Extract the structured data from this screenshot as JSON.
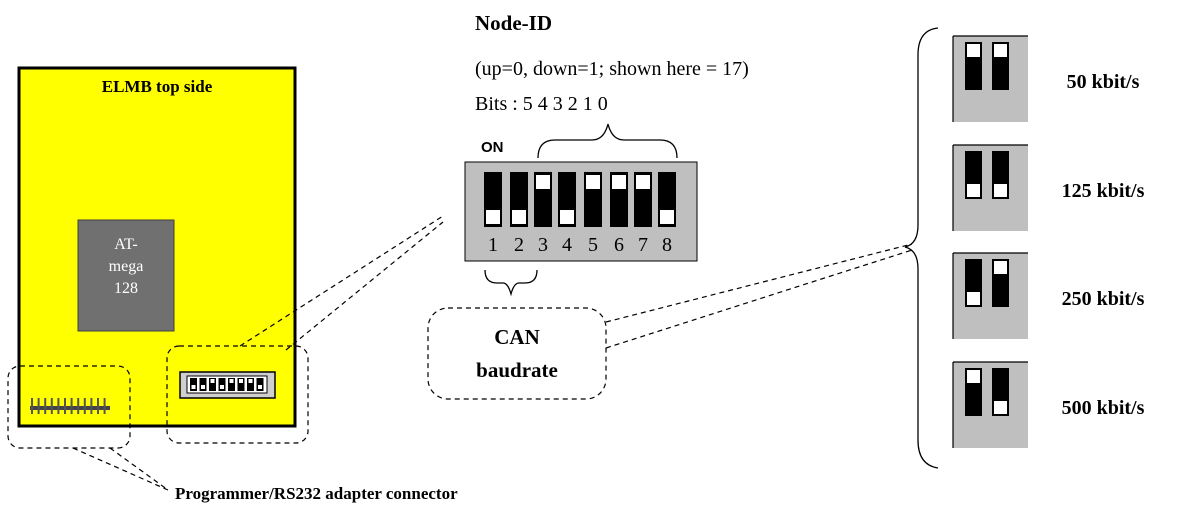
{
  "board": {
    "title": "ELMB top side",
    "chip_label_lines": [
      "AT-",
      "mega",
      "128"
    ],
    "colors": {
      "board": "#FFFF00",
      "chip": "#707070",
      "border": "#000000"
    }
  },
  "node_id": {
    "title": "Node-ID",
    "subtitle": "(up=0, down=1; shown here = 17)",
    "bits_label": "Bits : 5 4 3 2 1 0"
  },
  "dip_switch": {
    "on_label": "ON",
    "switch_numbers": [
      "1",
      "2",
      "3",
      "4",
      "5",
      "6",
      "7",
      "8"
    ],
    "positions": [
      "down",
      "down",
      "up",
      "down",
      "up",
      "up",
      "up",
      "down"
    ],
    "colors": {
      "body": "#BFBFBF",
      "slot": "#000000",
      "knob": "#FFFFFF"
    }
  },
  "can_baudrate": {
    "label_line1": "CAN",
    "label_line2": "baudrate"
  },
  "connector": {
    "label": "Programmer/RS232 adapter connector"
  },
  "baudrates": [
    {
      "label": "50 kbit/s",
      "switch1": "up",
      "switch2": "up"
    },
    {
      "label": "125 kbit/s",
      "switch1": "down",
      "switch2": "down"
    },
    {
      "label": "250 kbit/s",
      "switch1": "down",
      "switch2": "up"
    },
    {
      "label": "500 kbit/s",
      "switch1": "up",
      "switch2": "down"
    }
  ]
}
